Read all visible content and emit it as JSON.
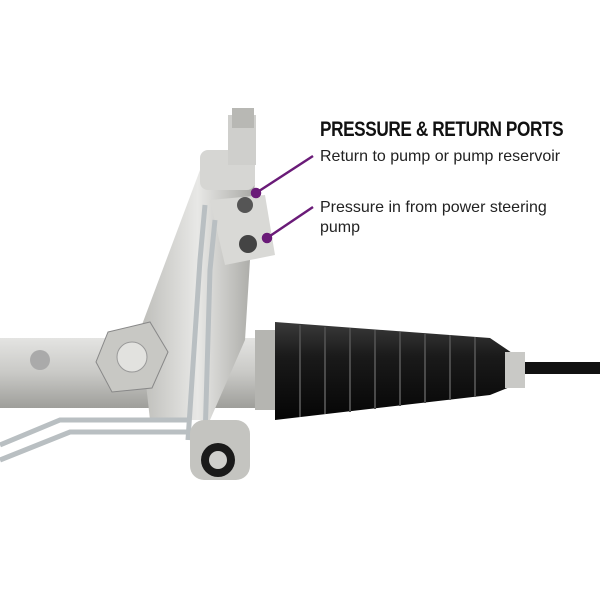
{
  "callout": {
    "title": "PRESSURE & RETURN PORTS",
    "labels": [
      "Return to pump or pump reservoir",
      "Pressure in from power steering pump"
    ],
    "accent_color": "#6a1b78"
  }
}
